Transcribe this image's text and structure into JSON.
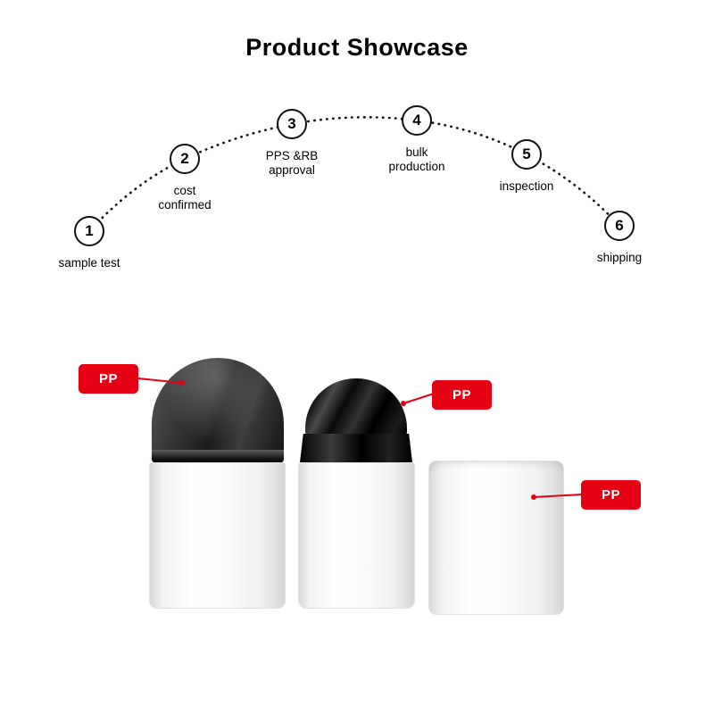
{
  "title": "Product Showcase",
  "process": {
    "steps": [
      {
        "number": "1",
        "label": "sample test"
      },
      {
        "number": "2",
        "label": "cost\nconfirmed"
      },
      {
        "number": "3",
        "label": "PPS &RB\napproval"
      },
      {
        "number": "4",
        "label": "bulk\nproduction"
      },
      {
        "number": "5",
        "label": "inspection"
      },
      {
        "number": "6",
        "label": "shipping"
      }
    ]
  },
  "callouts": [
    {
      "text": "PP"
    },
    {
      "text": "PP"
    },
    {
      "text": "PP"
    }
  ],
  "colors": {
    "accent_red": "#e60014",
    "line_black": "#111111"
  }
}
